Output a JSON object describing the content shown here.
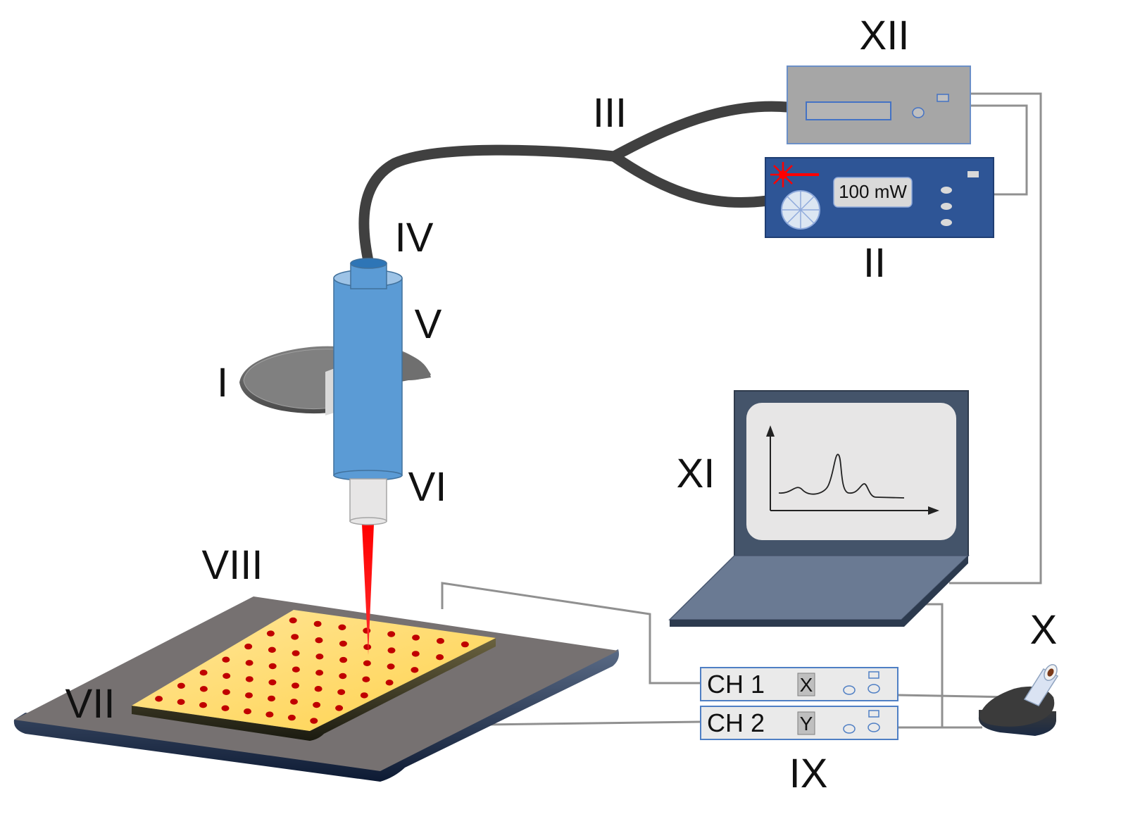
{
  "labels": {
    "I": "I",
    "II": "II",
    "III": "III",
    "IV": "IV",
    "V": "V",
    "VI": "VI",
    "VII": "VII",
    "VIII": "VIII",
    "IX": "IX",
    "X": "X",
    "XI": "XI",
    "XII": "XII"
  },
  "laser_unit": {
    "power_display": "100 mW"
  },
  "scanner": {
    "ch1": {
      "name": "CH 1",
      "axis": "X"
    },
    "ch2": {
      "name": "CH 2",
      "axis": "Y"
    }
  },
  "colors": {
    "laser_body": "#2e5596",
    "probe": "#5b9bd5",
    "spectrometer": "#a6a6a6",
    "fiber": "#404040",
    "sample_tray": "#ffd966",
    "sample_spot": "#c00000",
    "beam": "#ff0000",
    "stage": "#767171",
    "laptop": "#44546a",
    "screen": "#e7e6e6",
    "cable": "#909090"
  },
  "icons": {
    "laser_emblem": "laser-starburst-icon",
    "fan": "fan-icon",
    "joystick": "joystick-icon",
    "spectrum": "spectrum-plot-icon"
  }
}
